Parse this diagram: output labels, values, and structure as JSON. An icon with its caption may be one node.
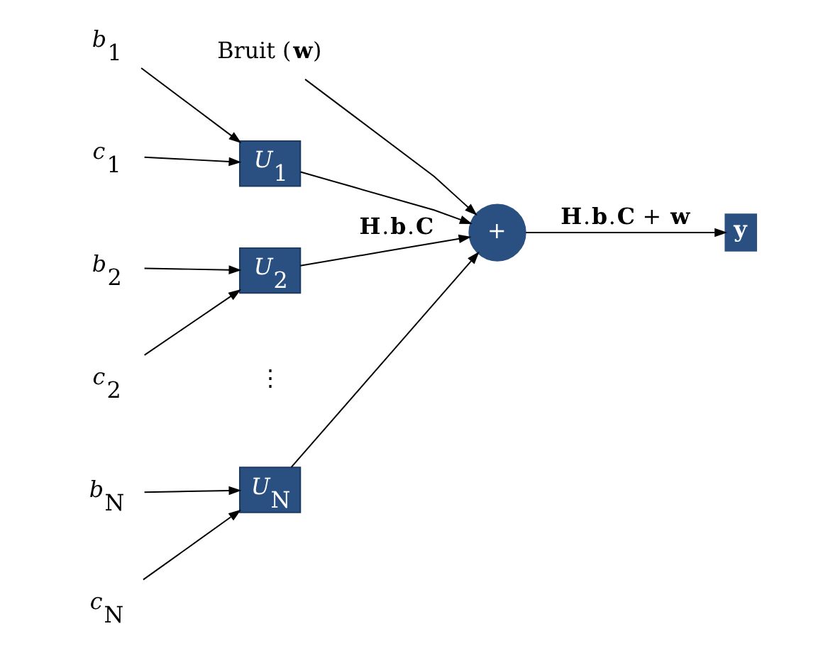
{
  "diagram": {
    "nodes": [
      {
        "text": [
          "b$_{1}$"
        ]
      },
      {
        "text": [
          "c$_{1}$"
        ]
      },
      {
        "text": [
          "U$_{1}$"
        ]
      },
      {
        "text": [
          "b$_{2}$"
        ]
      },
      {
        "text": [
          "c$_{2}$"
        ]
      },
      {
        "text": [
          "U$_{2}$"
        ]
      },
      {
        "text": [
          "b$_{N}$"
        ]
      },
      {
        "text": [
          "c$_{N}$"
        ]
      },
      {
        "text": [
          "U$_{N}$"
        ]
      },
      {
        "text": [
          "Bruit (**w**)"
        ]
      },
      {
        "text": [
          "+"
        ]
      },
      {
        "text": [
          "y"
        ]
      }
    ],
    "edges": [
      {
        "from": 0,
        "to": 2,
        "arrow": "to"
      },
      {
        "from": 1,
        "to": 2,
        "arrow": "to"
      },
      {
        "from": 3,
        "to": 5,
        "arrow": "to"
      },
      {
        "from": 4,
        "to": 5,
        "arrow": "to"
      },
      {
        "from": 6,
        "to": 8,
        "arrow": "to"
      },
      {
        "from": 7,
        "to": 8,
        "arrow": "to"
      },
      {
        "from": 2,
        "to": 10,
        "arrow": "to"
      },
      {
        "from": 5,
        "to": 10,
        "arrow": "to",
        "label": "**H**.**b**.**C**"
      },
      {
        "from": 8,
        "to": 10,
        "arrow": "to"
      },
      {
        "from": 9,
        "to": 10,
        "arrow": "to"
      },
      {
        "from": 10,
        "to": 11,
        "arrow": "to",
        "label": "**H**.**b**.**C** + **w**"
      }
    ],
    "labels": [
      "⋮"
    ]
  }
}
